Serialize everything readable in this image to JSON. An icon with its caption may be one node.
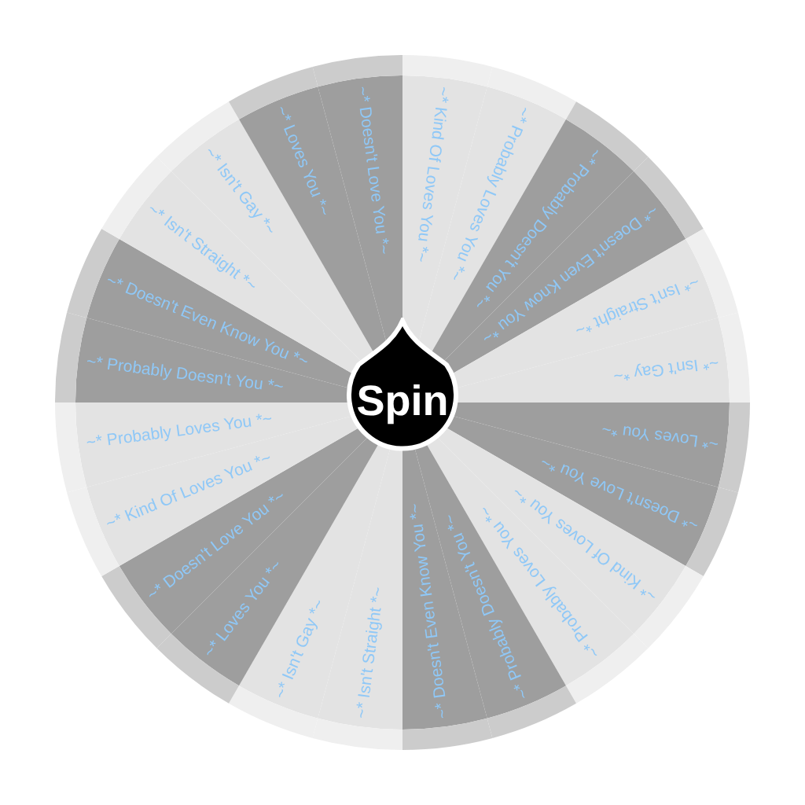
{
  "diagram": {
    "nodes": [
      {
        "text": [
          "~* Kind Of Loves You *~"
        ]
      },
      {
        "text": [
          "~* Probably Loves You *~"
        ]
      },
      {
        "text": [
          "~* Probably Doesn't You *~"
        ]
      },
      {
        "text": [
          "~* Doesn't Even Know You *~"
        ]
      },
      {
        "text": [
          "~* Isn't Straight *~"
        ]
      },
      {
        "text": [
          "~* Isn't Gay *~"
        ]
      },
      {
        "text": [
          "~* Loves You *~"
        ]
      },
      {
        "text": [
          "~* Doesn't Love You *~"
        ]
      },
      {
        "text": [
          "~* Kind Of Loves You *~"
        ]
      },
      {
        "text": [
          "~* Probably Loves You *~"
        ]
      },
      {
        "text": [
          "~* Probably Doesn't You *~"
        ]
      },
      {
        "text": [
          "~* Doesn't Even Know You *~"
        ]
      },
      {
        "text": [
          "~* Isn't Straight *~"
        ]
      },
      {
        "text": [
          "~* Isn't Gay *~"
        ]
      },
      {
        "text": [
          "~* Loves You *~"
        ]
      },
      {
        "text": [
          "~* Doesn't Love You *~"
        ]
      },
      {
        "text": [
          "~* Kind Of Loves You *~"
        ]
      },
      {
        "text": [
          "~* Probably Loves You *~"
        ]
      },
      {
        "text": [
          "~* Probably Doesn't You *~"
        ]
      },
      {
        "text": [
          "~* Doesn't Even Know You *~"
        ]
      },
      {
        "text": [
          "~* Isn't Straight *~"
        ]
      },
      {
        "text": [
          "~* Isn't Gay *~"
        ]
      },
      {
        "text": [
          "~* Loves You *~"
        ]
      },
      {
        "text": [
          "~* Doesn't Love You *~"
        ]
      },
      {
        "text": [
          "Spin"
        ]
      }
    ]
  }
}
